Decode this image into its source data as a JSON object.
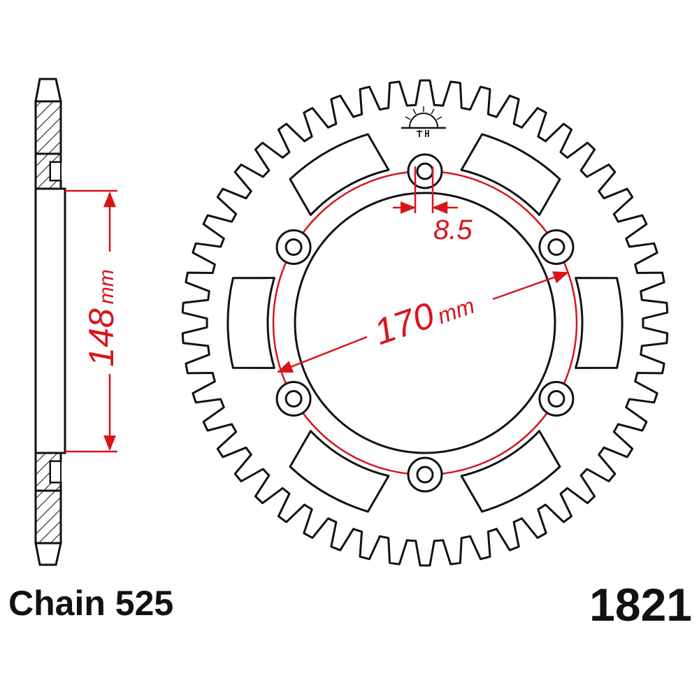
{
  "chain_label": "Chain 525",
  "part_number": "1821",
  "dimensions": {
    "diameter_value": "170",
    "diameter_unit": "mm",
    "hub_value": "148",
    "hub_unit": "mm",
    "bolt_hole_value": "8.5"
  },
  "sprocket": {
    "teeth": 50,
    "bolt_holes": 6,
    "lightening_slots": 6
  },
  "colors": {
    "outline": "#111111",
    "dimension": "#d8141b",
    "background": "#ffffff"
  }
}
